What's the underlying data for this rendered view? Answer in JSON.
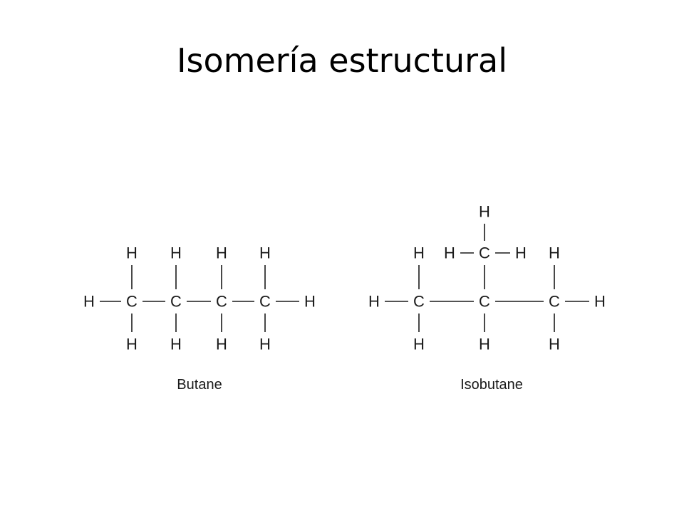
{
  "slide": {
    "title": "Isomería estructural"
  },
  "molecules": [
    {
      "name": "Butane",
      "atoms": [
        "H",
        "H",
        "H",
        "H",
        "H",
        "C",
        "C",
        "C",
        "C",
        "H",
        "H",
        "H",
        "H",
        "H"
      ]
    },
    {
      "name": "Isobutane",
      "atoms": [
        "H",
        "H",
        "H",
        "C",
        "H",
        "H",
        "H",
        "C",
        "C",
        "C",
        "H",
        "H",
        "H",
        "H"
      ]
    }
  ],
  "colors": {
    "text": "#1a1a1a",
    "background": "#ffffff"
  }
}
